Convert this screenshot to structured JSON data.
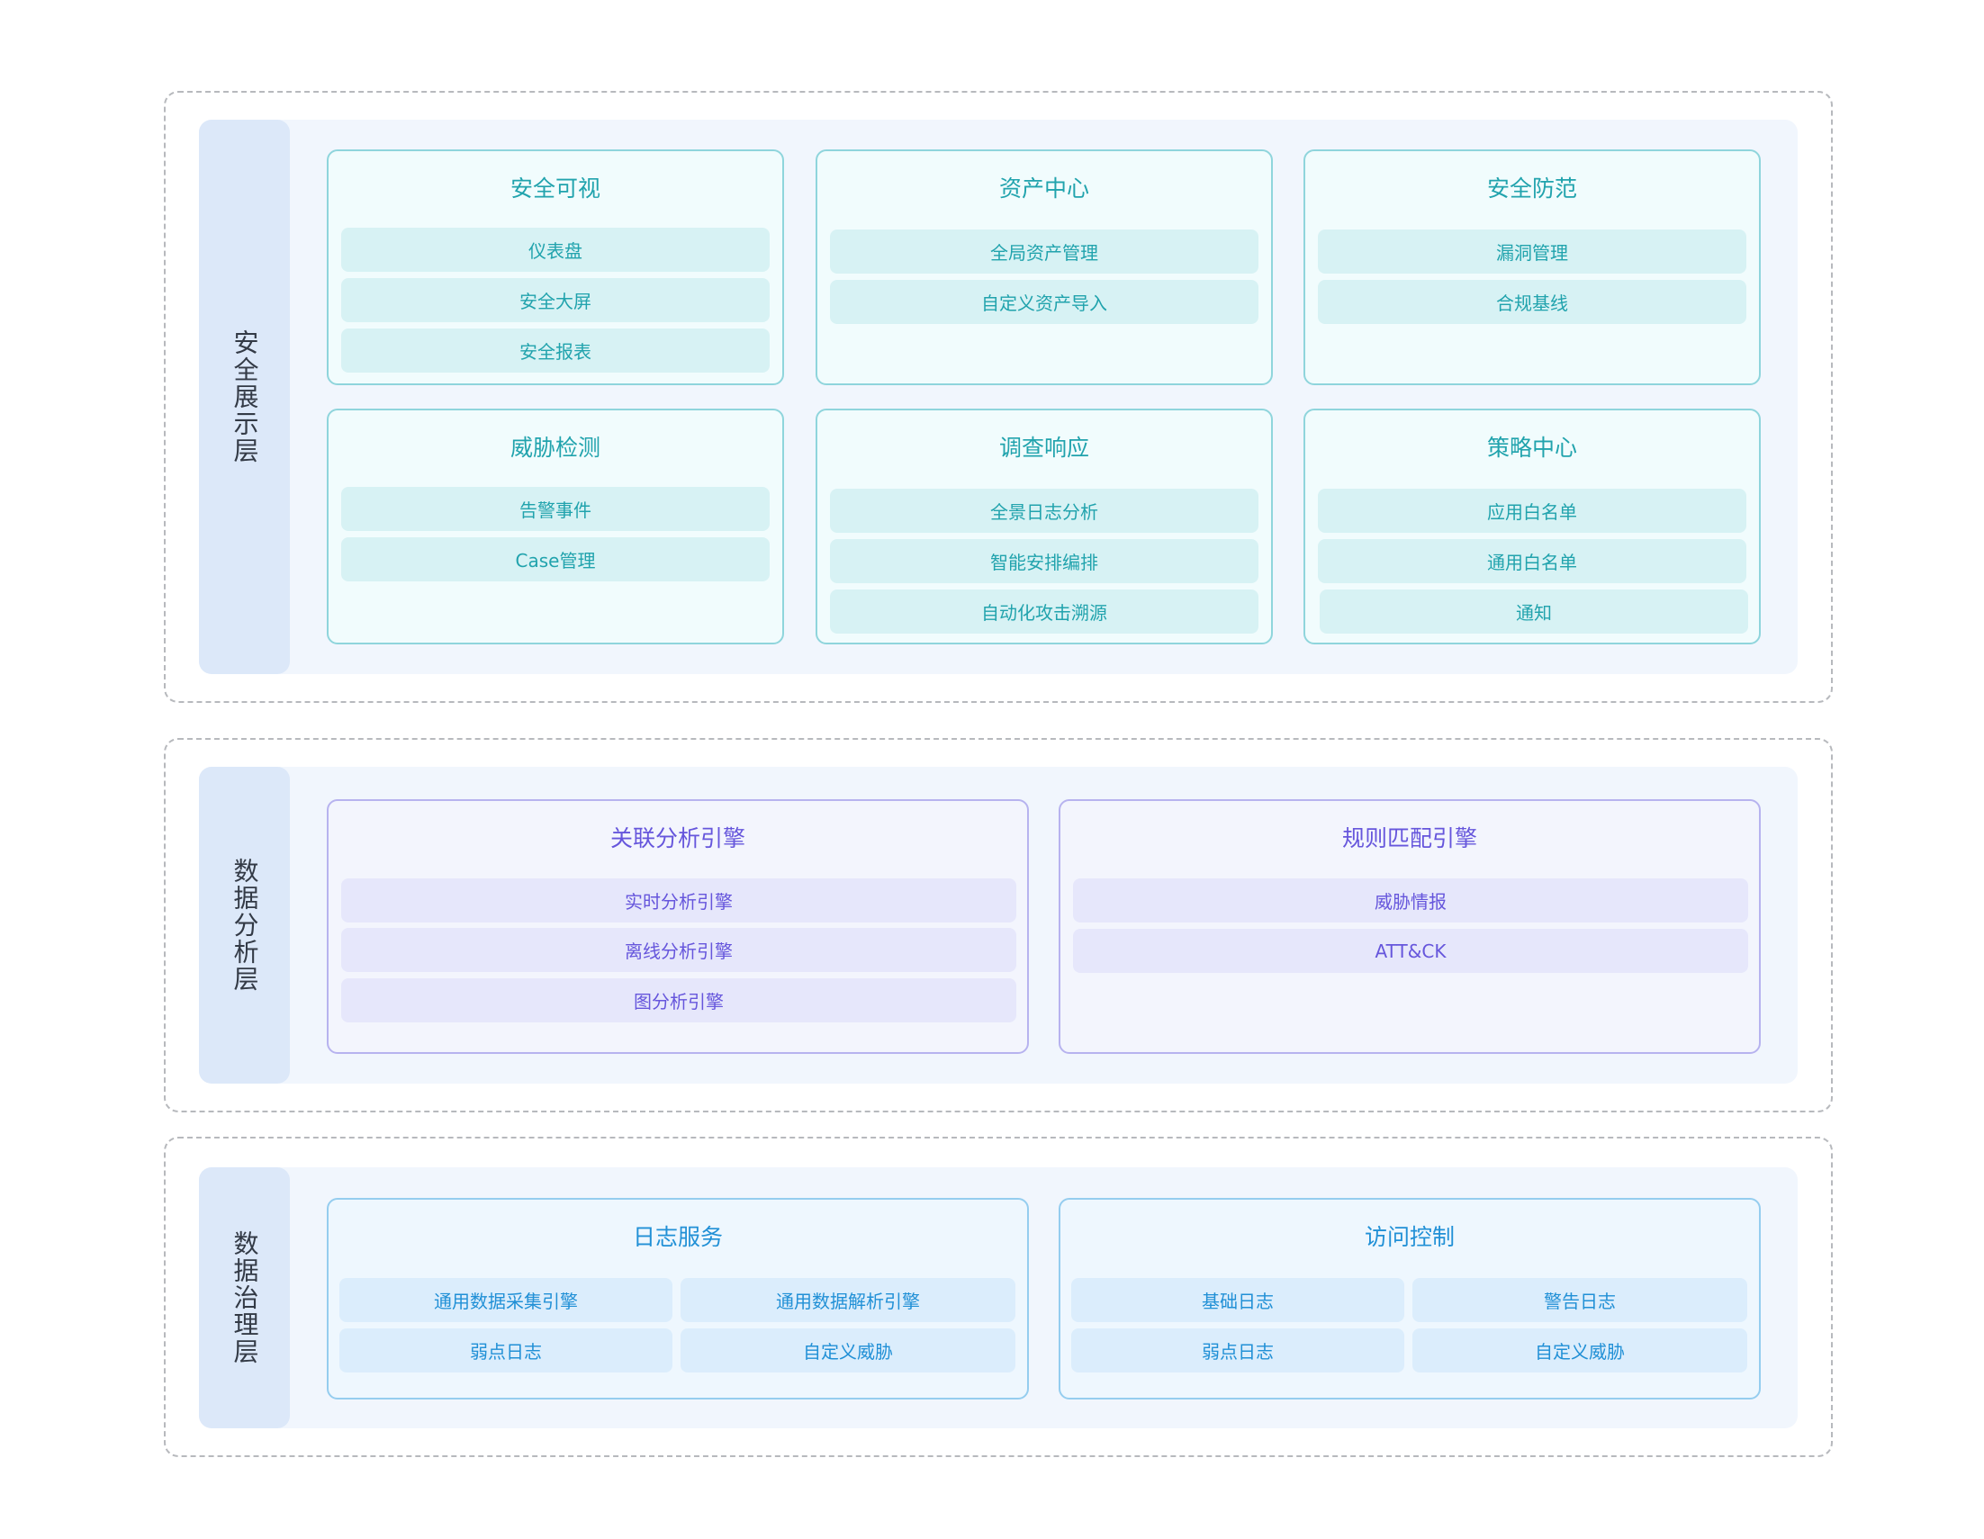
{
  "layers": [
    {
      "label": "安全展示层",
      "theme": "teal",
      "cards": [
        {
          "title": "安全可视",
          "items": [
            "仪表盘",
            "安全大屏",
            "安全报表"
          ]
        },
        {
          "title": "资产中心",
          "items": [
            "全局资产管理",
            "自定义资产导入"
          ]
        },
        {
          "title": "安全防范",
          "items": [
            "漏洞管理",
            "合规基线"
          ]
        },
        {
          "title": "威胁检测",
          "items": [
            "告警事件",
            "Case管理"
          ]
        },
        {
          "title": "调查响应",
          "items": [
            "全景日志分析",
            "智能安排编排",
            "自动化攻击溯源"
          ]
        },
        {
          "title": "策略中心",
          "items": [
            "应用白名单",
            "通用白名单",
            "通知"
          ]
        }
      ]
    },
    {
      "label": "数据分析层",
      "theme": "purple",
      "cards": [
        {
          "title": "关联分析引擎",
          "items": [
            "实时分析引擎",
            "离线分析引擎",
            "图分析引擎"
          ]
        },
        {
          "title": "规则匹配引擎",
          "items": [
            "威胁情报",
            "ATT&CK"
          ]
        }
      ]
    },
    {
      "label": "数据治理层",
      "theme": "blue",
      "cards": [
        {
          "title": "日志服务",
          "items": [
            "通用数据采集引擎",
            "通用数据解析引擎",
            "弱点日志",
            "自定义威胁"
          ]
        },
        {
          "title": "访问控制",
          "items": [
            "基础日志",
            "警告日志",
            "弱点日志",
            "自定义威胁"
          ]
        }
      ]
    }
  ],
  "colors": {
    "teal": "#21a3ad",
    "purple": "#6656dc",
    "blue": "#2190d6",
    "frame_border": "#b7b9bd",
    "layer_background": "#f1f6fd",
    "label_background": "#dce8f9"
  }
}
